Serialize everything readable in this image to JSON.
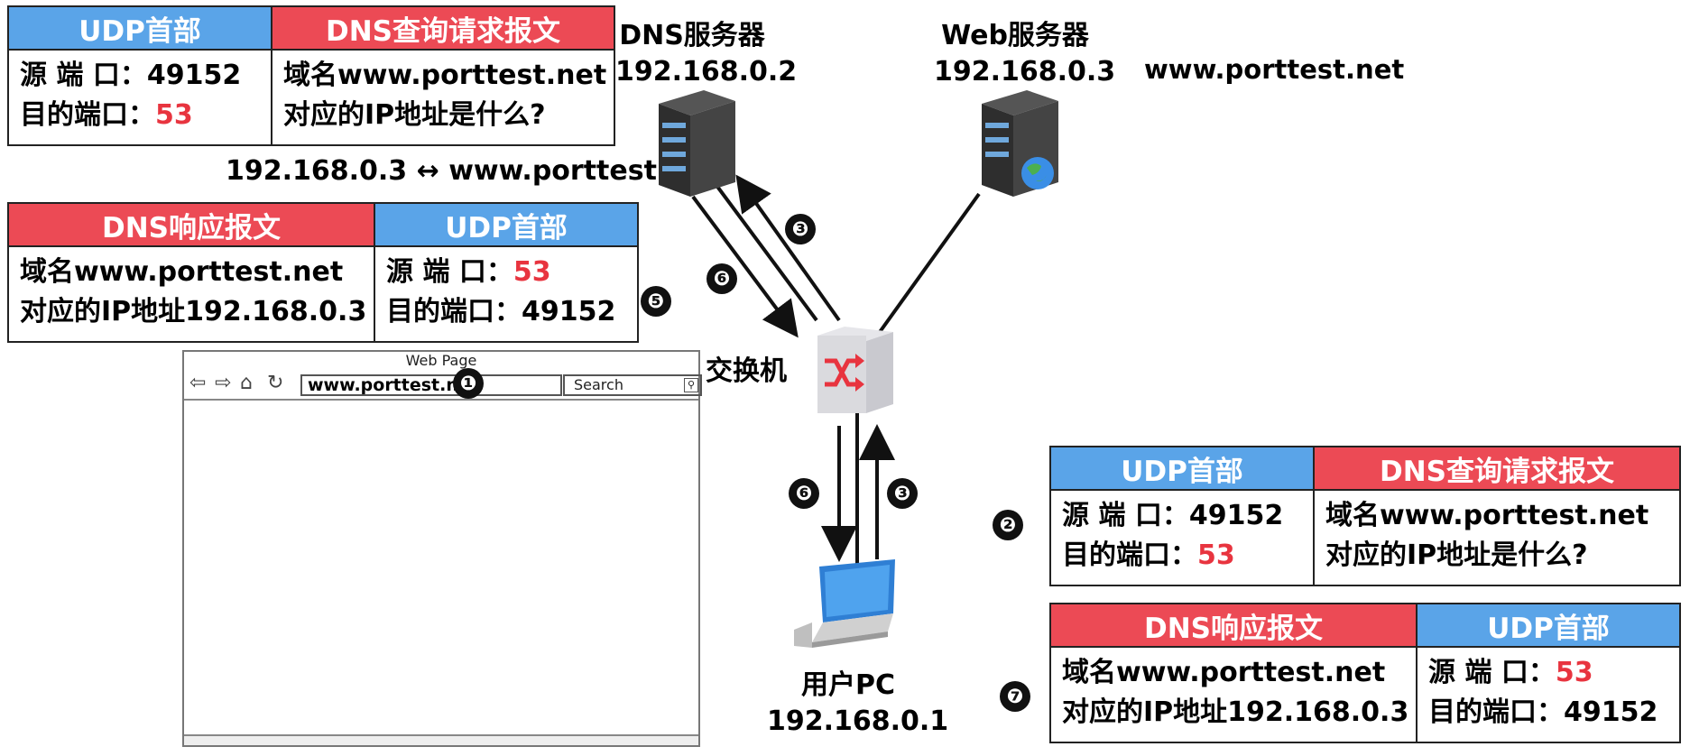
{
  "packets": {
    "query_top": {
      "udp_header": "UDP首部",
      "dns_header": "DNS查询请求报文",
      "src_label": "源 端 口：",
      "src_port": "49152",
      "dst_label": "目的端口：",
      "dst_port": "53",
      "line1": "域名www.porttest.net",
      "line2": "对应的IP地址是什么?"
    },
    "response_left": {
      "dns_header": "DNS响应报文",
      "udp_header": "UDP首部",
      "line1": "域名www.porttest.net",
      "line2": "对应的IP地址192.168.0.3",
      "src_label": "源 端 口：",
      "src_port": "53",
      "dst_label": "目的端口：",
      "dst_port": "49152"
    },
    "query_right": {
      "udp_header": "UDP首部",
      "dns_header": "DNS查询请求报文",
      "src_label": "源 端 口：",
      "src_port": "49152",
      "dst_label": "目的端口：",
      "dst_port": "53",
      "line1": "域名www.porttest.net",
      "line2": "对应的IP地址是什么?"
    },
    "response_right": {
      "dns_header": "DNS响应报文",
      "udp_header": "UDP首部",
      "line1": "域名www.porttest.net",
      "line2": "对应的IP地址192.168.0.3",
      "src_label": "源 端 口：",
      "src_port": "53",
      "dst_label": "目的端口：",
      "dst_port": "49152"
    }
  },
  "mapping": "192.168.0.3 ↔ www.porttest.net",
  "nodes": {
    "dns_server": {
      "name": "DNS服务器",
      "ip": "192.168.0.2"
    },
    "web_server": {
      "name": "Web服务器",
      "ip": "192.168.0.3",
      "domain": "www.porttest.net"
    },
    "switch": {
      "name": "交换机"
    },
    "user_pc": {
      "name": "用户PC",
      "ip": "192.168.0.1"
    }
  },
  "steps": [
    "❶",
    "❷",
    "❸",
    "❸",
    "❺",
    "❻",
    "❻",
    "❼"
  ],
  "browser": {
    "title": "Web Page",
    "url": "www.porttest.net",
    "search_placeholder": "Search"
  },
  "colors": {
    "udp_blue": "#5aa4e8",
    "dns_red": "#ec4a55",
    "port_red": "#e8343f"
  }
}
